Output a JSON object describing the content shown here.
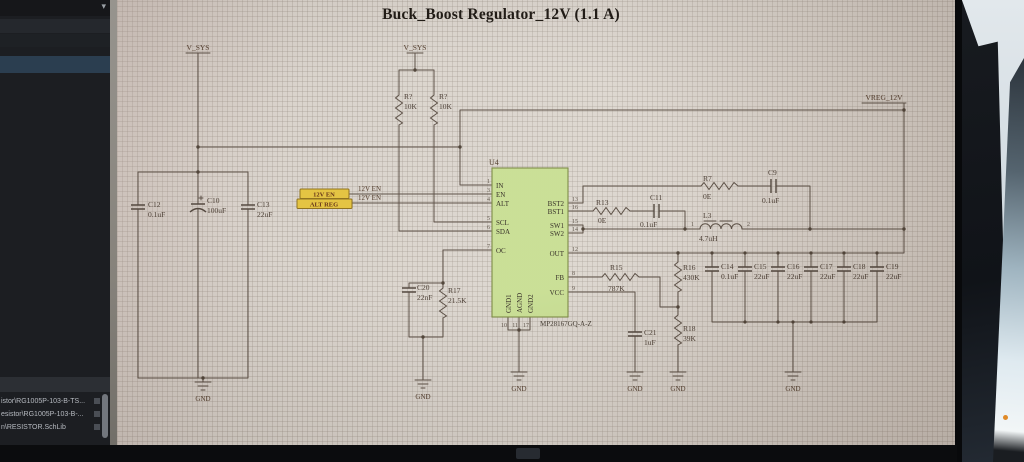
{
  "title": "Buck_Boost Regulator_12V (1.1 A)",
  "nets": {
    "vsys": "V_SYS",
    "vreg": "VREG_12V",
    "gnd": "GND",
    "en": "12V EN"
  },
  "tags": {
    "t1": "12V EN",
    "t2": "ALT REG"
  },
  "ic": {
    "designator": "U4",
    "part": "MP28167GQ-A-Z",
    "pins_left": [
      {
        "n": "1",
        "name": "IN"
      },
      {
        "n": "3",
        "name": "EN"
      },
      {
        "n": "4",
        "name": "ALT"
      },
      {
        "n": "5",
        "name": "SCL"
      },
      {
        "n": "6",
        "name": "SDA"
      },
      {
        "n": "7",
        "name": "OC"
      }
    ],
    "pins_right": [
      {
        "n": "13",
        "name": "BST2"
      },
      {
        "n": "16",
        "name": "BST1"
      },
      {
        "n": "15",
        "name": "SW1"
      },
      {
        "n": "14",
        "name": "SW2"
      },
      {
        "n": "12",
        "name": "OUT"
      },
      {
        "n": "8",
        "name": "FB"
      },
      {
        "n": "9",
        "name": "VCC"
      }
    ],
    "pins_bottom": [
      {
        "n": "10",
        "name": "GND1"
      },
      {
        "n": "11",
        "name": "AGND"
      },
      {
        "n": "17",
        "name": "GND2"
      }
    ]
  },
  "components": {
    "c12": {
      "ref": "C12",
      "val": "0.1uF"
    },
    "c10": {
      "ref": "C10",
      "val": "100uF"
    },
    "c13": {
      "ref": "C13",
      "val": "22uF"
    },
    "r_pullup1": {
      "ref": "R?",
      "val": "10K"
    },
    "r_pullup2": {
      "ref": "R?",
      "val": "10K"
    },
    "r13": {
      "ref": "R13",
      "val": "0E"
    },
    "c11": {
      "ref": "C11",
      "val": "0.1uF"
    },
    "r7": {
      "ref": "R7",
      "val": "0E"
    },
    "c9": {
      "ref": "C9",
      "val": "0.1uF"
    },
    "l3": {
      "ref": "L3",
      "val": "4.7uH",
      "pin1": "1",
      "pin2": "2"
    },
    "r15": {
      "ref": "R15",
      "val": "787K"
    },
    "r16": {
      "ref": "R16",
      "val": "430K"
    },
    "r17": {
      "ref": "R17",
      "val": "21.5K"
    },
    "r18": {
      "ref": "R18",
      "val": "39K"
    },
    "c14": {
      "ref": "C14",
      "val": "0.1uF"
    },
    "c15": {
      "ref": "C15",
      "val": "22uF"
    },
    "c16": {
      "ref": "C16",
      "val": "22uF"
    },
    "c17": {
      "ref": "C17",
      "val": "22uF"
    },
    "c18": {
      "ref": "C18",
      "val": "22uF"
    },
    "c19": {
      "ref": "C19",
      "val": "22uF"
    },
    "c20": {
      "ref": "C20",
      "val": "22nF"
    },
    "c21": {
      "ref": "C21",
      "val": "1uF"
    }
  },
  "sidebar": {
    "files": [
      "istor\\RG1005P-103-B-TS...",
      "esistor\\RG1005P-103-B-...",
      "n\\RESISTOR.SchLib"
    ]
  },
  "colors": {
    "ic_fill": "#c7de92",
    "tag_fill": "#e3c13a",
    "paper": "#d8d2cb"
  }
}
